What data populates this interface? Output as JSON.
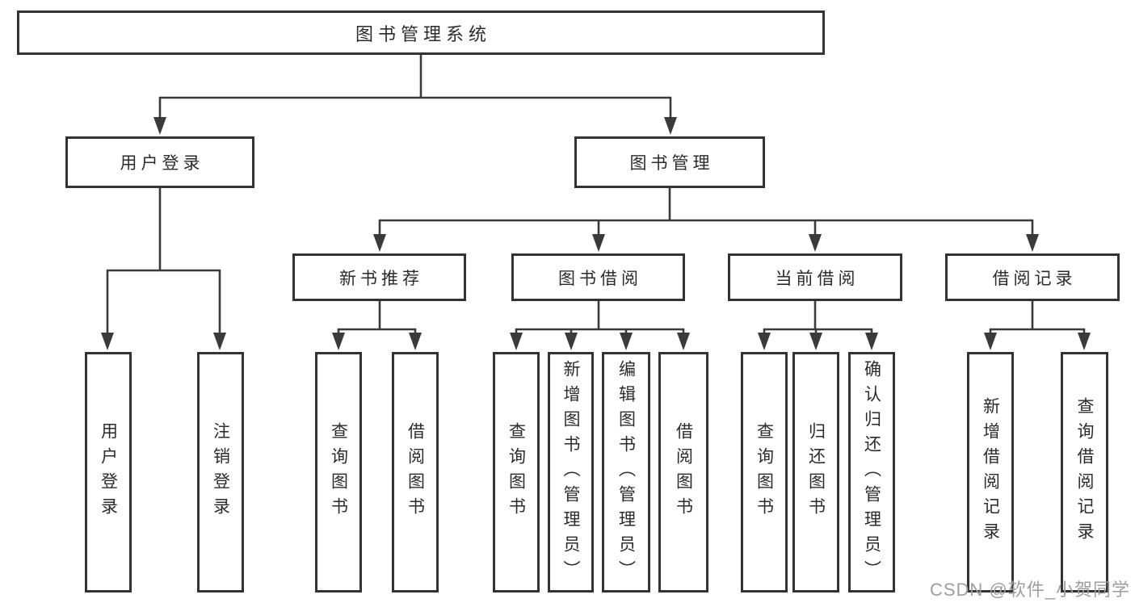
{
  "diagram": {
    "root": {
      "label": "图书管理系统"
    },
    "children": [
      {
        "label": "用户登录",
        "children": [
          {
            "label": "用户登录"
          },
          {
            "label": "注销登录"
          }
        ]
      },
      {
        "label": "图书管理",
        "children": [
          {
            "label": "新书推荐",
            "children": [
              {
                "label": "查询图书"
              },
              {
                "label": "借阅图书"
              }
            ]
          },
          {
            "label": "图书借阅",
            "children": [
              {
                "label": "查询图书"
              },
              {
                "label": "新增图书（管理员）"
              },
              {
                "label": "编辑图书（管理员）"
              },
              {
                "label": "借阅图书"
              }
            ]
          },
          {
            "label": "当前借阅",
            "children": [
              {
                "label": "查询图书"
              },
              {
                "label": "归还图书"
              },
              {
                "label": "确认归还（管理员）"
              }
            ]
          },
          {
            "label": "借阅记录",
            "children": [
              {
                "label": "新增借阅记录"
              },
              {
                "label": "查询借阅记录"
              }
            ]
          }
        ]
      }
    ]
  },
  "watermark": {
    "text": "CSDN @软件_小贺同学"
  },
  "colors": {
    "line": "#3a3a3a",
    "border": "#333333",
    "text": "#2b2b2b",
    "watermark": "#9e9e9e",
    "background": "#ffffff"
  }
}
